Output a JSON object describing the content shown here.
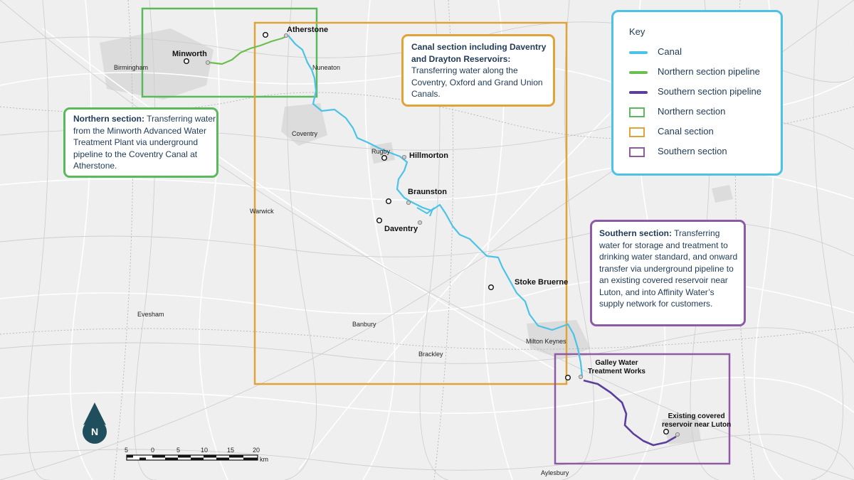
{
  "colors": {
    "canal": "#4cc3e6",
    "northern_pipeline": "#6bbf4e",
    "southern_pipeline": "#5b3f9a",
    "northern_section": "#5cb85c",
    "canal_section": "#e0a33a",
    "southern_section": "#8e5aa4",
    "compass": "#1f4f5c"
  },
  "key": {
    "title": "Key",
    "items": [
      {
        "label": "Canal",
        "symbol": "line",
        "color": "#4cc3e6"
      },
      {
        "label": "Northern section pipeline",
        "symbol": "line",
        "color": "#6bbf4e"
      },
      {
        "label": "Southern section pipeline",
        "symbol": "line",
        "color": "#5b3f9a"
      },
      {
        "label": "Northern section",
        "symbol": "box",
        "color": "#5cb85c"
      },
      {
        "label": "Canal section",
        "symbol": "box",
        "color": "#e0a33a"
      },
      {
        "label": "Southern section",
        "symbol": "box",
        "color": "#8e5aa4"
      }
    ]
  },
  "callouts": {
    "northern": {
      "heading": "Northern section:",
      "text": " Transferring water from the Minworth Advanced Water Treatment Plant via underground pipeline to the Coventry Canal at Atherstone."
    },
    "canal": {
      "heading": "Canal section including Daventry and Drayton Reservoirs:",
      "text": " Transferring water along the Coventry, Oxford and Grand Union Canals."
    },
    "southern": {
      "heading": "Southern section:",
      "text": " Transferring water for storage and treatment to drinking water standard, and onward transfer via underground pipeline to an existing covered reservoir near Luton, and into Affinity Water’s supply network for customers."
    }
  },
  "places_major": {
    "minworth": "Minworth",
    "atherstone": "Atherstone",
    "hillmorton": "Hillmorton",
    "braunston": "Braunston",
    "daventry": "Daventry",
    "stoke_bruerne": "Stoke Bruerne",
    "galley": "Galley Water\nTreatment Works",
    "reservoir": "Existing covered\nreservoir near Luton"
  },
  "places_minor": {
    "birmingham": "Birmingham",
    "nuneaton": "Nuneaton",
    "coventry": "Coventry",
    "rugby": "Rugby",
    "warwick": "Warwick",
    "evesham": "Evesham",
    "banbury": "Banbury",
    "brackley": "Brackley",
    "milton_keynes": "Milton Keynes",
    "aylesbury": "Aylesbury"
  },
  "compass": {
    "letter": "N"
  },
  "scale": {
    "ticks": [
      "5",
      "0",
      "5",
      "10",
      "15",
      "20"
    ],
    "unit": "km"
  }
}
